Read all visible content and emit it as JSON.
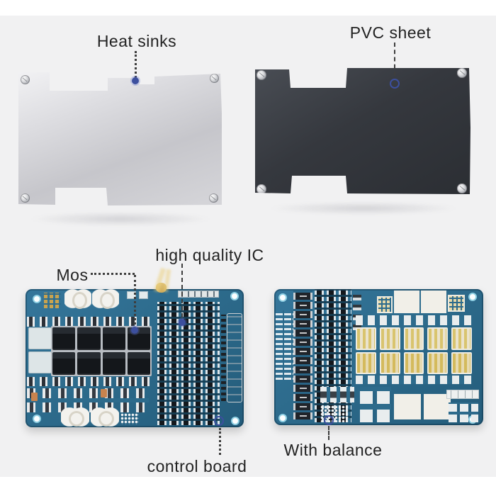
{
  "callouts": {
    "heat_sinks": {
      "label": "Heat sinks"
    },
    "pvc_sheet": {
      "label": "PVC sheet"
    },
    "mos": {
      "label": "Mos"
    },
    "high_quality_ic": {
      "label": "high quality IC"
    },
    "control_board": {
      "label": "control board"
    },
    "with_balance": {
      "label": "With balance"
    }
  },
  "colors": {
    "bg": "#f1f1f2",
    "text": "#222222",
    "dot": "#3c4f9e",
    "pcb": "#2d6b8c"
  },
  "icons": {
    "screw": "metal-circle-with-slot",
    "mounting_hole": "white-ring",
    "callout_anchor": "blue-dot"
  },
  "boards": {
    "control": {
      "mosfet_rows": 2,
      "mosfet_cols": 4
    },
    "balance": {
      "pack_count": 5
    }
  }
}
